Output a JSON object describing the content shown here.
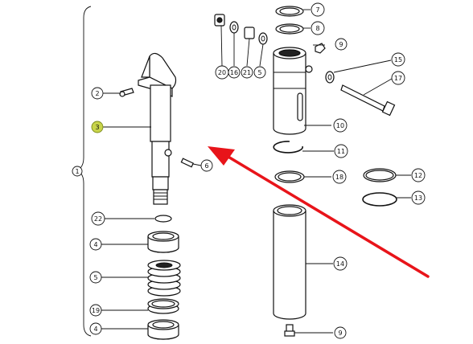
{
  "diagram": {
    "assembly_label": "1",
    "callouts": [
      {
        "id": "c1",
        "label": "1",
        "highlight": false
      },
      {
        "id": "c2",
        "label": "2",
        "highlight": false
      },
      {
        "id": "c3",
        "label": "3",
        "highlight": true
      },
      {
        "id": "c6",
        "label": "6",
        "highlight": false
      },
      {
        "id": "c22",
        "label": "22",
        "highlight": false
      },
      {
        "id": "c4a",
        "label": "4",
        "highlight": false
      },
      {
        "id": "c5",
        "label": "5",
        "highlight": false
      },
      {
        "id": "c19",
        "label": "19",
        "highlight": false
      },
      {
        "id": "c4b",
        "label": "4",
        "highlight": false
      },
      {
        "id": "c7",
        "label": "7",
        "highlight": false
      },
      {
        "id": "c8",
        "label": "8",
        "highlight": false
      },
      {
        "id": "c9a",
        "label": "9",
        "highlight": false
      },
      {
        "id": "c15",
        "label": "15",
        "highlight": false
      },
      {
        "id": "c17",
        "label": "17",
        "highlight": false
      },
      {
        "id": "c10",
        "label": "10",
        "highlight": false
      },
      {
        "id": "c11",
        "label": "11",
        "highlight": false
      },
      {
        "id": "c18",
        "label": "18",
        "highlight": false
      },
      {
        "id": "c12",
        "label": "12",
        "highlight": false
      },
      {
        "id": "c13",
        "label": "13",
        "highlight": false
      },
      {
        "id": "c14",
        "label": "14",
        "highlight": false
      },
      {
        "id": "c9b",
        "label": "9",
        "highlight": false
      },
      {
        "id": "c20",
        "label": "20",
        "highlight": false
      },
      {
        "id": "c16",
        "label": "16",
        "highlight": false
      },
      {
        "id": "c21",
        "label": "21",
        "highlight": false
      },
      {
        "id": "c5b",
        "label": "5",
        "highlight": false
      }
    ],
    "colors": {
      "line": "#111111",
      "arrow": "#e8141a",
      "highlight_fill": "#c8d44a",
      "callout_fill": "#ffffff"
    }
  }
}
